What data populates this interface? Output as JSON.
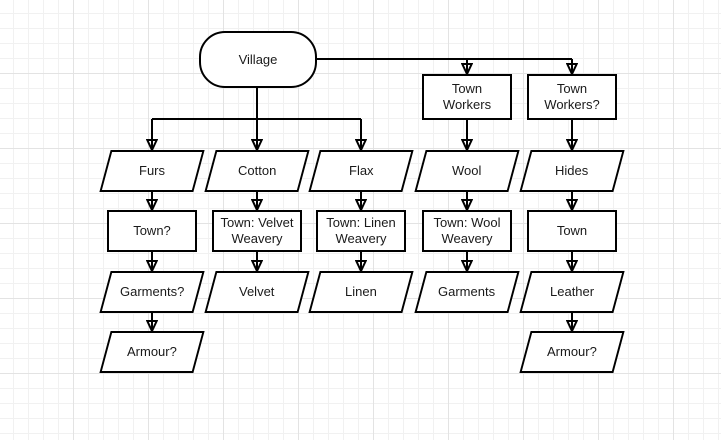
{
  "canvas": {
    "background": "#ffffff",
    "grid_minor_color": "#f1f1f1",
    "grid_major_color": "#e3e3e3",
    "shape_fill": "#ffffff",
    "shape_stroke": "#000000",
    "text_color": "#1a1a1a"
  },
  "nodes": {
    "village": {
      "label": "Village",
      "shape": "terminator"
    },
    "town_workers": {
      "label": "Town Workers",
      "shape": "rectangle"
    },
    "town_workers_q": {
      "label": "Town Workers?",
      "shape": "rectangle"
    },
    "furs": {
      "label": "Furs",
      "shape": "parallelogram"
    },
    "cotton": {
      "label": "Cotton",
      "shape": "parallelogram"
    },
    "flax": {
      "label": "Flax",
      "shape": "parallelogram"
    },
    "wool": {
      "label": "Wool",
      "shape": "parallelogram"
    },
    "hides": {
      "label": "Hides",
      "shape": "parallelogram"
    },
    "town_q": {
      "label": "Town?",
      "shape": "rectangle"
    },
    "town_velvet_weavery": {
      "label": "Town: Velvet Weavery",
      "shape": "rectangle"
    },
    "town_linen_weavery": {
      "label": "Town: Linen Weavery",
      "shape": "rectangle"
    },
    "town_wool_weavery": {
      "label": "Town: Wool Weavery",
      "shape": "rectangle"
    },
    "town": {
      "label": "Town",
      "shape": "rectangle"
    },
    "garments_q": {
      "label": "Garments?",
      "shape": "parallelogram"
    },
    "velvet": {
      "label": "Velvet",
      "shape": "parallelogram"
    },
    "linen": {
      "label": "Linen",
      "shape": "parallelogram"
    },
    "garments": {
      "label": "Garments",
      "shape": "parallelogram"
    },
    "leather": {
      "label": "Leather",
      "shape": "parallelogram"
    },
    "armour_q_left": {
      "label": "Armour?",
      "shape": "parallelogram"
    },
    "armour_q_right": {
      "label": "Armour?",
      "shape": "parallelogram"
    }
  },
  "edges": [
    {
      "from": "village",
      "to": "furs"
    },
    {
      "from": "village",
      "to": "cotton"
    },
    {
      "from": "village",
      "to": "flax"
    },
    {
      "from": "village",
      "to": "town_workers"
    },
    {
      "from": "village",
      "to": "town_workers_q"
    },
    {
      "from": "town_workers",
      "to": "wool"
    },
    {
      "from": "town_workers_q",
      "to": "hides"
    },
    {
      "from": "furs",
      "to": "town_q"
    },
    {
      "from": "cotton",
      "to": "town_velvet_weavery"
    },
    {
      "from": "flax",
      "to": "town_linen_weavery"
    },
    {
      "from": "wool",
      "to": "town_wool_weavery"
    },
    {
      "from": "hides",
      "to": "town"
    },
    {
      "from": "town_q",
      "to": "garments_q"
    },
    {
      "from": "town_velvet_weavery",
      "to": "velvet"
    },
    {
      "from": "town_linen_weavery",
      "to": "linen"
    },
    {
      "from": "town_wool_weavery",
      "to": "garments"
    },
    {
      "from": "town",
      "to": "leather"
    },
    {
      "from": "garments_q",
      "to": "armour_q_left"
    },
    {
      "from": "leather",
      "to": "armour_q_right"
    }
  ]
}
